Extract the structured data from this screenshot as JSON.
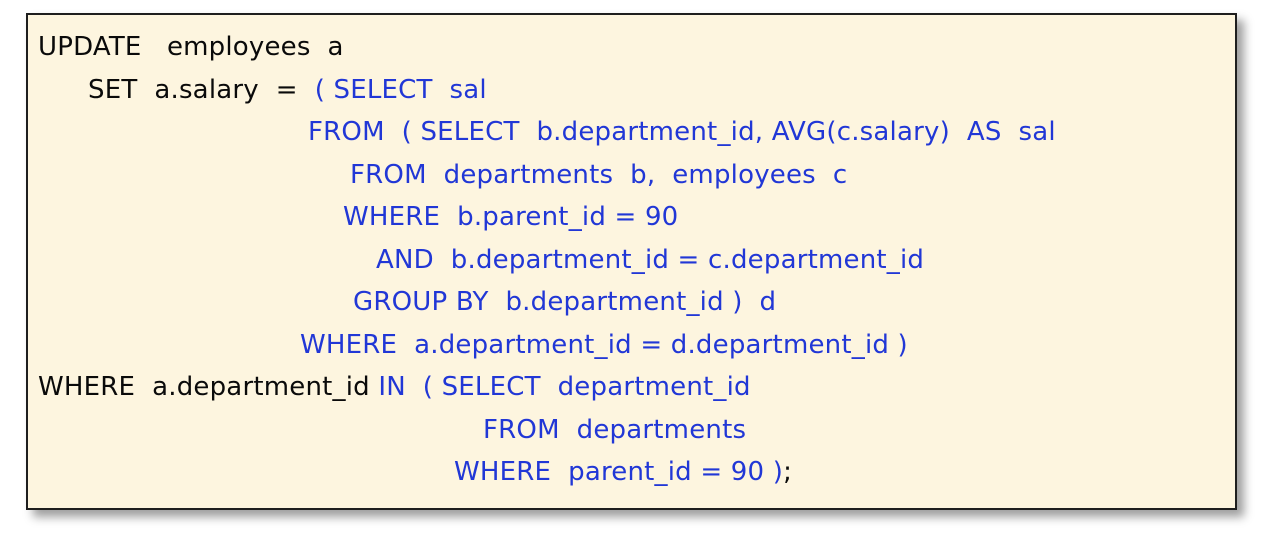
{
  "code_box": {
    "background": "#fdf5df",
    "border_color": "#1e1e1e",
    "text_color": "#0a0a0a",
    "accent_color": "#2137d6"
  },
  "sql": {
    "lines": [
      {
        "indent": 10,
        "segments": [
          {
            "t": "UPDATE   employees  a",
            "c": "k"
          }
        ]
      },
      {
        "indent": 60,
        "segments": [
          {
            "t": "SET  a.salary  =  ",
            "c": "k"
          },
          {
            "t": "( SELECT  sal",
            "c": "b"
          }
        ]
      },
      {
        "indent": 280,
        "segments": [
          {
            "t": "FROM  ( SELECT  b.department_id, AVG(c.salary)  AS  sal",
            "c": "b"
          }
        ]
      },
      {
        "indent": 322,
        "segments": [
          {
            "t": "FROM  departments  b,  employees  c",
            "c": "b"
          }
        ]
      },
      {
        "indent": 315,
        "segments": [
          {
            "t": "WHERE  b.parent_id = 90",
            "c": "b"
          }
        ]
      },
      {
        "indent": 348,
        "segments": [
          {
            "t": "AND  b.department_id = c.department_id",
            "c": "b"
          }
        ]
      },
      {
        "indent": 325,
        "segments": [
          {
            "t": "GROUP BY  b.department_id )  d",
            "c": "b"
          }
        ]
      },
      {
        "indent": 272,
        "segments": [
          {
            "t": "WHERE  a.department_id = d.department_id )",
            "c": "b"
          }
        ]
      },
      {
        "indent": 10,
        "segments": [
          {
            "t": "WHERE  a.department_id ",
            "c": "k"
          },
          {
            "t": "IN  ( SELECT  department_id",
            "c": "b"
          }
        ]
      },
      {
        "indent": 455,
        "segments": [
          {
            "t": "FROM  departments",
            "c": "b"
          }
        ]
      },
      {
        "indent": 426,
        "segments": [
          {
            "t": "WHERE  parent_id = 90 )",
            "c": "b"
          },
          {
            "t": ";",
            "c": "k"
          }
        ]
      }
    ]
  }
}
